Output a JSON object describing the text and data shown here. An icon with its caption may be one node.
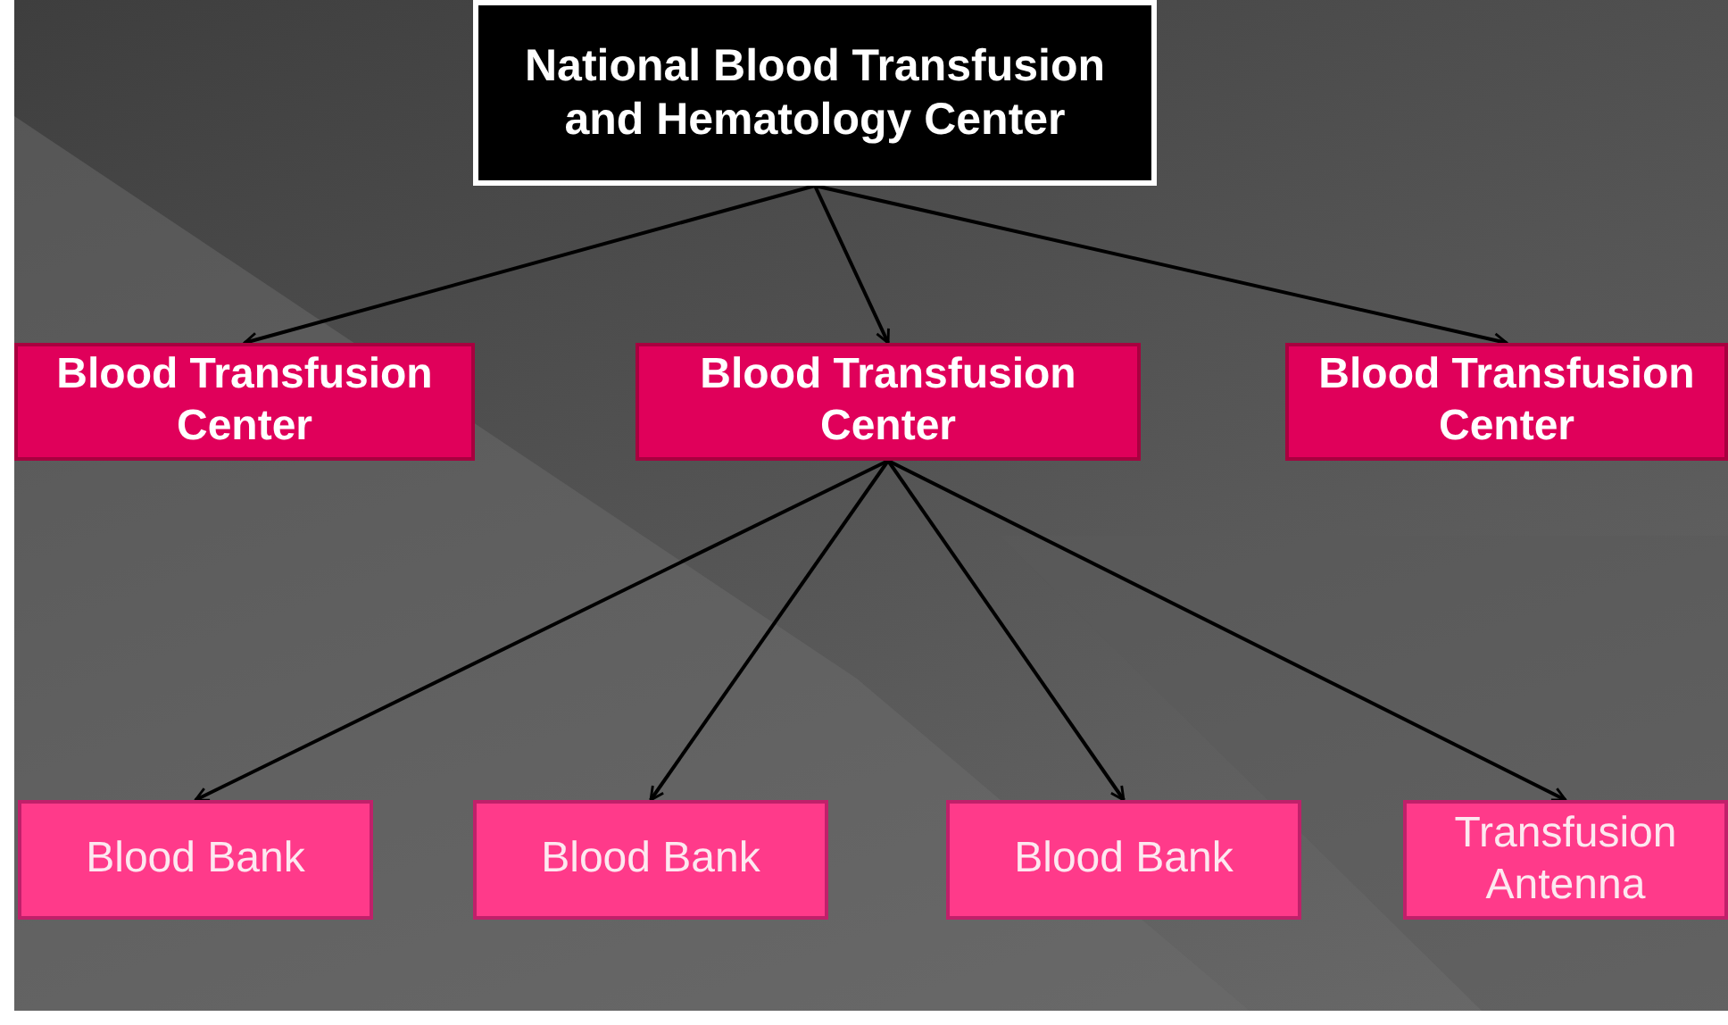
{
  "diagram": {
    "nodes": [
      {
        "text": [
          "National Blood Transfusion and Hematology Center"
        ]
      },
      {
        "text": [
          "Blood Transfusion Center"
        ]
      },
      {
        "text": [
          "Blood Transfusion Center"
        ]
      },
      {
        "text": [
          "Blood Transfusion Center"
        ]
      },
      {
        "text": [
          "Blood Bank"
        ]
      },
      {
        "text": [
          "Blood Bank"
        ]
      },
      {
        "text": [
          "Blood Bank"
        ]
      },
      {
        "text": [
          "Transfusion Antenna"
        ]
      }
    ],
    "edges": [
      {
        "from": 0,
        "to": 1,
        "arrow": "to"
      },
      {
        "from": 0,
        "to": 2,
        "arrow": "to"
      },
      {
        "from": 0,
        "to": 3,
        "arrow": "to"
      },
      {
        "from": 2,
        "to": 4,
        "arrow": "to"
      },
      {
        "from": 2,
        "to": 5,
        "arrow": "to"
      },
      {
        "from": 2,
        "to": 6,
        "arrow": "to"
      },
      {
        "from": 2,
        "to": 7,
        "arrow": "to"
      }
    ]
  }
}
